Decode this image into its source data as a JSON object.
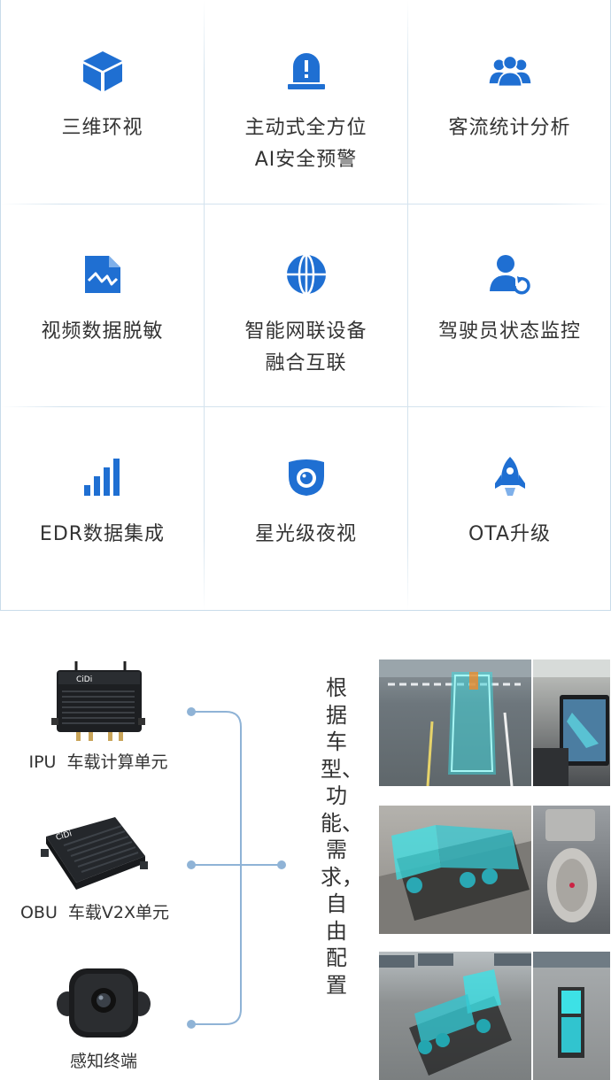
{
  "features": [
    {
      "icon": "cube-icon",
      "label": "三维环视"
    },
    {
      "icon": "alarm-light-icon",
      "label": "主动式全方位\nAI安全预警"
    },
    {
      "icon": "people-group-icon",
      "label": "客流统计分析"
    },
    {
      "icon": "image-masked-icon",
      "label": "视频数据脱敏"
    },
    {
      "icon": "globe-icon",
      "label": "智能网联设备\n融合互联"
    },
    {
      "icon": "driver-refresh-icon",
      "label": "驾驶员状态监控"
    },
    {
      "icon": "bar-signal-icon",
      "label": "EDR数据集成"
    },
    {
      "icon": "dome-camera-icon",
      "label": "星光级夜视"
    },
    {
      "icon": "rocket-icon",
      "label": "OTA升级"
    }
  ],
  "devices": [
    {
      "name": "ipu-device",
      "label": "IPU  车载计算单元",
      "brand": "CiDi"
    },
    {
      "name": "obu-device",
      "label": "OBU  车载V2X单元",
      "brand": "CiDi"
    },
    {
      "name": "sensor-device",
      "label": "感知终端"
    }
  ],
  "side_text": "根据车型、功能、需求，自由配置",
  "colors": {
    "icon_blue": "#1f6fd2",
    "line_blue": "#8fb3d6",
    "grid_border": "#c9dcea"
  }
}
